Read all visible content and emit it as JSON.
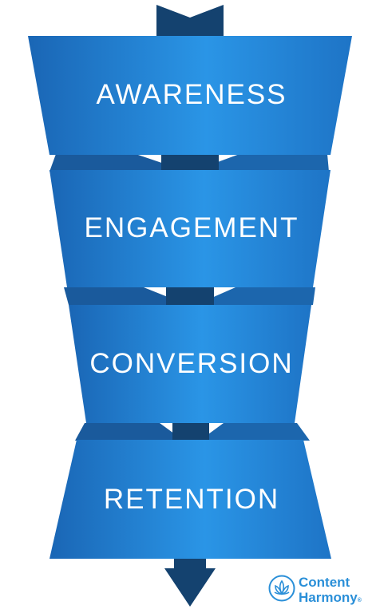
{
  "stages": [
    {
      "label": "AWARENESS"
    },
    {
      "label": "ENGAGEMENT"
    },
    {
      "label": "CONVERSION"
    },
    {
      "label": "RETENTION"
    }
  ],
  "brand": {
    "line1": "Content",
    "line2": "Harmony",
    "mark": "®"
  },
  "colors": {
    "band_light": "#2b96e8",
    "band_mid": "#1e7fd4",
    "band_dark": "#1a5fa6",
    "fold_dark": "#154d88",
    "connector": "#14426f",
    "brand": "#2a8fd8"
  }
}
